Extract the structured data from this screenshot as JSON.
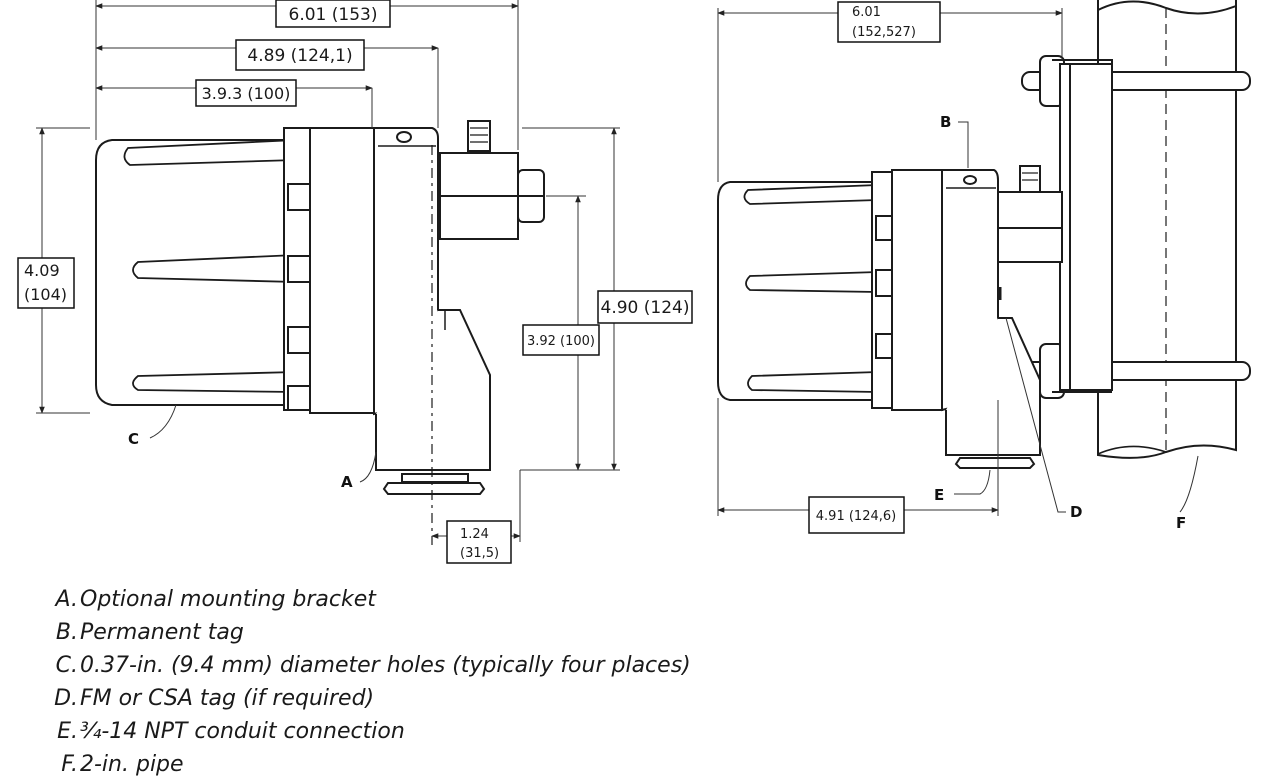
{
  "dimensions": {
    "left_overall_width": "6.01 (153)",
    "left_width_2": "4.89 (124,1)",
    "left_width_3": "3.9.3 (100)",
    "left_height_cover_a": "4.09",
    "left_height_cover_b": "(104)",
    "left_height_total": "4.90 (124)",
    "left_height_conduit": "3.92 (100)",
    "left_bracket_offset_a": "1.24",
    "left_bracket_offset_b": "(31,5)",
    "right_overall_width_a": "6.01",
    "right_overall_width_b": "(152,527)",
    "right_depth": "4.91 (124,6)"
  },
  "callouts": {
    "left_c": "C",
    "left_a": "A",
    "right_b": "B",
    "right_e": "E",
    "right_d": "D",
    "right_f": "F"
  },
  "legend": [
    {
      "key": "A.",
      "text": "Optional mounting bracket"
    },
    {
      "key": "B.",
      "text": "Permanent tag"
    },
    {
      "key": "C.",
      "text": "0.37-in. (9.4 mm) diameter holes (typically four places)"
    },
    {
      "key": "D.",
      "text": "FM or CSA tag (if required)"
    },
    {
      "key": "E.",
      "text": "¾-14 NPT conduit connection"
    },
    {
      "key": "F.",
      "text": "2-in. pipe"
    }
  ]
}
